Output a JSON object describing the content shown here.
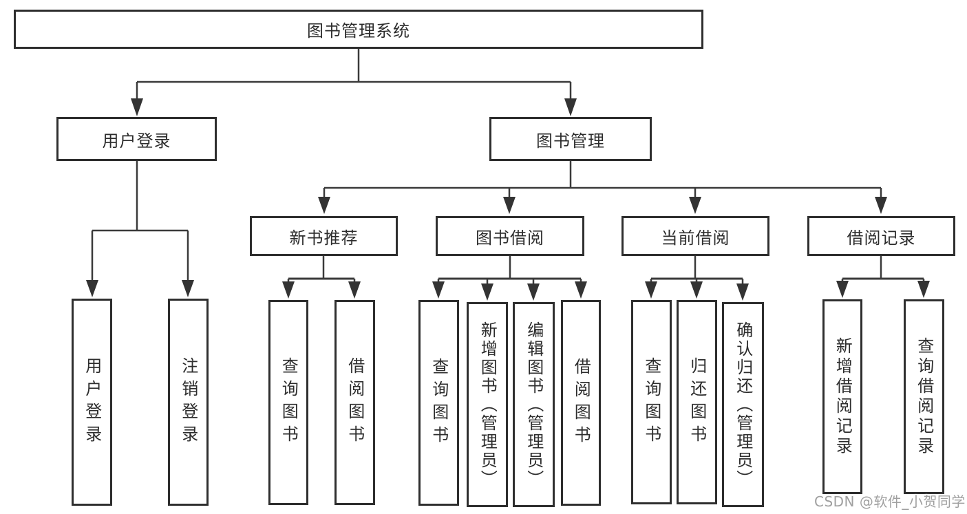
{
  "diagram": {
    "root": {
      "label": "图书管理系统"
    },
    "branches": [
      {
        "label": "用户登录",
        "children": [
          {
            "label": "用户登录"
          },
          {
            "label": "注销登录"
          }
        ]
      },
      {
        "label": "图书管理",
        "children": [
          {
            "label": "新书推荐",
            "children": [
              {
                "label": "查询图书"
              },
              {
                "label": "借阅图书"
              }
            ]
          },
          {
            "label": "图书借阅",
            "children": [
              {
                "label": "查询图书"
              },
              {
                "label": "新增图书（管理员）"
              },
              {
                "label": "编辑图书（管理员）"
              },
              {
                "label": "借阅图书"
              }
            ]
          },
          {
            "label": "当前借阅",
            "children": [
              {
                "label": "查询图书"
              },
              {
                "label": "归还图书"
              },
              {
                "label": "确认归还（管理员）"
              }
            ]
          },
          {
            "label": "借阅记录",
            "children": [
              {
                "label": "新增借阅记录"
              },
              {
                "label": "查询借阅记录"
              }
            ]
          }
        ]
      }
    ]
  },
  "watermark": {
    "text": "CSDN @软件_小贺同学",
    "color": "#a0a0a0"
  },
  "colors": {
    "line": "#3a3a3a",
    "arrow": "#333333",
    "box_border": "#2e2e2e",
    "text": "#2d2d2d",
    "background": "#ffffff"
  }
}
